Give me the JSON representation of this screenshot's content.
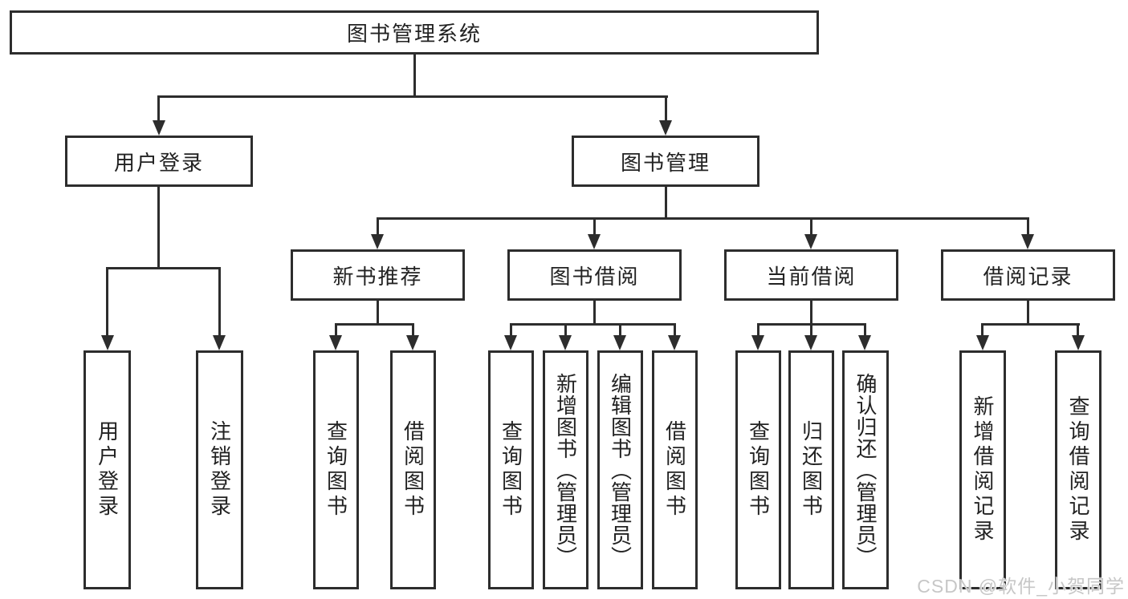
{
  "diagram": {
    "title": "图书管理系统",
    "branches": [
      {
        "label": "用户登录",
        "children": [
          {
            "label": "用户登录"
          },
          {
            "label": "注销登录"
          }
        ]
      },
      {
        "label": "图书管理",
        "children": [
          {
            "label": "新书推荐",
            "children": [
              {
                "label": "查询图书"
              },
              {
                "label": "借阅图书"
              }
            ]
          },
          {
            "label": "图书借阅",
            "children": [
              {
                "label": "查询图书"
              },
              {
                "label": "新增图书（管理员）"
              },
              {
                "label": "编辑图书（管理员）"
              },
              {
                "label": "借阅图书"
              }
            ]
          },
          {
            "label": "当前借阅",
            "children": [
              {
                "label": "查询图书"
              },
              {
                "label": "归还图书"
              },
              {
                "label": "确认归还（管理员）"
              }
            ]
          },
          {
            "label": "借阅记录",
            "children": [
              {
                "label": "新增借阅记录"
              },
              {
                "label": "查询借阅记录"
              }
            ]
          }
        ]
      }
    ]
  },
  "watermark": {
    "text": "CSDN @软件_小贺同学"
  },
  "colors": {
    "border": "#2d2d2d",
    "text": "#222222",
    "background": "#ffffff",
    "watermark": "#c7c7c7"
  }
}
